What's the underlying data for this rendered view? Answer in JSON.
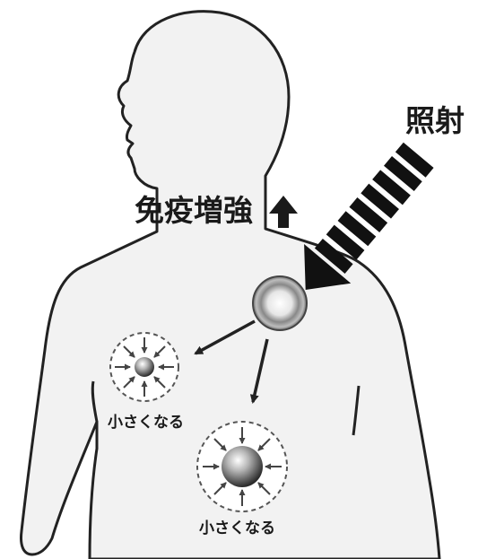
{
  "labels": {
    "irradiation": "照射",
    "immune_boost": "免疫増強",
    "shrink_left": "小さくなる",
    "shrink_right": "小さくなる"
  },
  "icons": {
    "immune_arrow": "up-arrow-icon",
    "beam": "radiation-beam-icon"
  },
  "colors": {
    "body_fill": "#f2f2f2",
    "outline": "#222222",
    "beam": "#111111"
  }
}
